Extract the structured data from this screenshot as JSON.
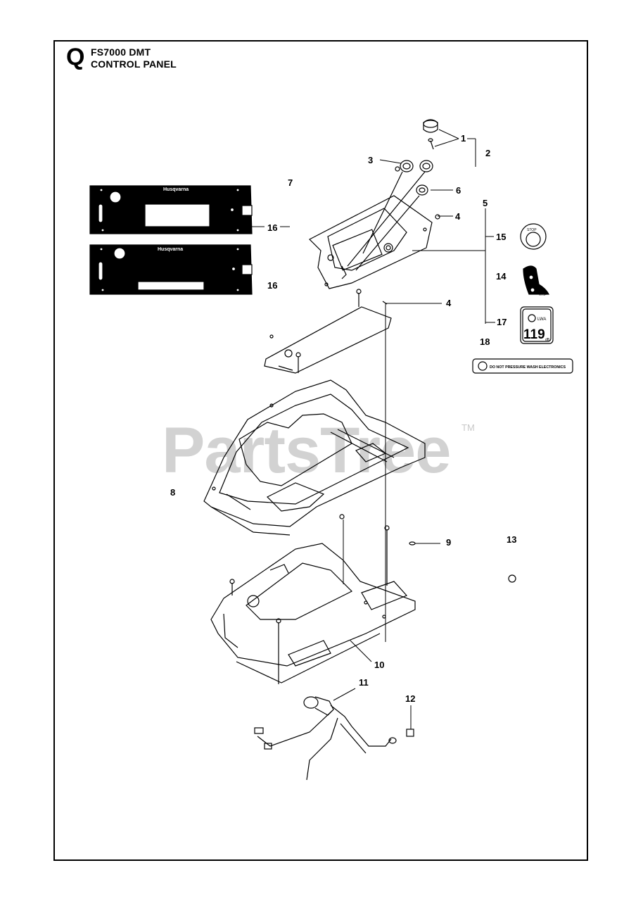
{
  "header": {
    "section_letter": "Q",
    "model": "FS7000 DMT",
    "title": "CONTROL PANEL"
  },
  "watermark": {
    "text": "PartsTree",
    "trademark": "TM"
  },
  "callouts": [
    {
      "id": "c1",
      "label": "1"
    },
    {
      "id": "c2",
      "label": "2"
    },
    {
      "id": "c3",
      "label": "3"
    },
    {
      "id": "c4a",
      "label": "4"
    },
    {
      "id": "c4b",
      "label": "4"
    },
    {
      "id": "c5",
      "label": "5"
    },
    {
      "id": "c6",
      "label": "6"
    },
    {
      "id": "c7",
      "label": "7"
    },
    {
      "id": "c8",
      "label": "8"
    },
    {
      "id": "c9",
      "label": "9"
    },
    {
      "id": "c10",
      "label": "10"
    },
    {
      "id": "c11",
      "label": "11"
    },
    {
      "id": "c12",
      "label": "12"
    },
    {
      "id": "c13",
      "label": "13"
    },
    {
      "id": "c14",
      "label": "14"
    },
    {
      "id": "c15",
      "label": "15"
    },
    {
      "id": "c16a",
      "label": "16"
    },
    {
      "id": "c16b",
      "label": "16"
    },
    {
      "id": "c17",
      "label": "17"
    },
    {
      "id": "c18",
      "label": "18"
    }
  ],
  "decals": {
    "brand": "Husqvarna",
    "stop_label": "STOP",
    "sound_unit": "LWA",
    "sound_value": "119",
    "sound_suffix": "dB",
    "warning_text": "DO NOT PRESSURE WASH ELECTRONICS"
  }
}
